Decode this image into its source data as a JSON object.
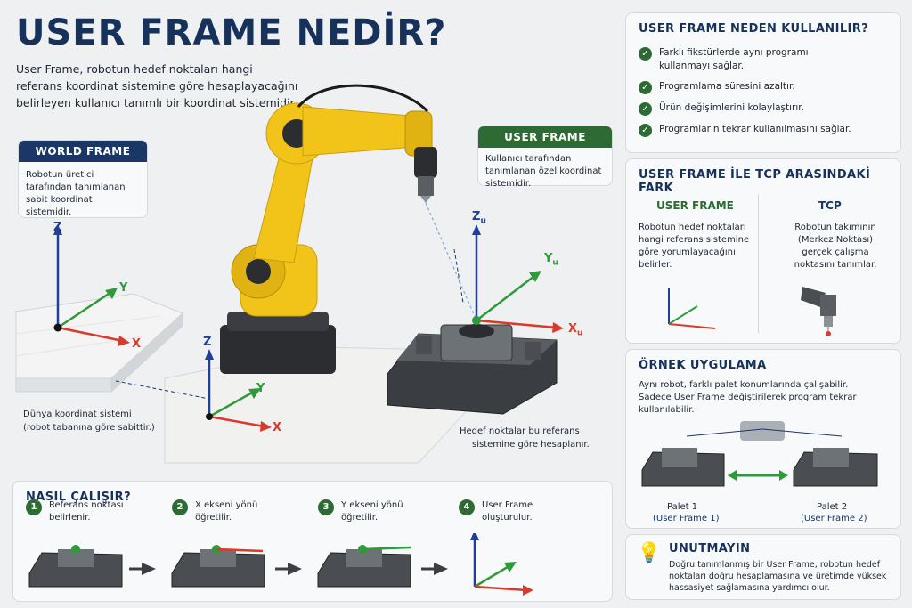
{
  "title": "USER FRAME NEDİR?",
  "intro": "User Frame, robotun hedef noktaları hangi referans koordinat sistemine göre hesaplayacağını belirleyen kullanıcı tanımlı bir koordinat sistemidir.",
  "world_frame": {
    "header": "WORLD FRAME",
    "desc": "Robotun üretici tarafından tanımlanan sabit koordinat sistemidir.",
    "caption_line1": "Dünya koordinat sistemi",
    "caption_line2": "(robot tabanına göre sabittir.)"
  },
  "user_frame": {
    "header": "USER FRAME",
    "desc": "Kullanıcı tarafından tanımlanan özel koordinat sistemidir.",
    "caption_line1": "Hedef noktalar bu referans",
    "caption_line2": "sistemine göre hesaplanır."
  },
  "axes": {
    "x": "X",
    "y": "Y",
    "z": "Z",
    "xu": "X",
    "yu": "Y",
    "zu": "Z",
    "u": "u"
  },
  "why": {
    "title": "USER FRAME NEDEN KULLANILIR?",
    "items": [
      "Farklı fikstürlerde aynı programı kullanmayı sağlar.",
      "Programlama süresini azaltır.",
      "Ürün değişimlerini kolaylaştırır.",
      "Programların tekrar kullanılmasını sağlar."
    ]
  },
  "diff": {
    "title": "USER FRAME İLE TCP ARASINDAKİ FARK",
    "left_title": "USER FRAME",
    "left_desc": "Robotun hedef noktaları hangi referans sistemine göre yorumlayacağını belirler.",
    "right_title": "TCP",
    "right_desc": "Robotun takımının (Merkez Noktası) gerçek çalışma noktasını tanımlar."
  },
  "example": {
    "title": "ÖRNEK UYGULAMA",
    "desc": "Aynı robot, farklı palet konumlarında çalışabilir. Sadece User Frame değiştirilerek program tekrar kullanılabilir.",
    "p1_line1": "Palet 1",
    "p1_line2": "(User Frame 1)",
    "p2_line1": "Palet 2",
    "p2_line2": "(User Frame 2)"
  },
  "how": {
    "title": "NASIL ÇALIŞIR?",
    "steps": [
      {
        "num": "1",
        "l1": "Referans noktası",
        "l2": "belirlenir."
      },
      {
        "num": "2",
        "l1": "X ekseni yönü",
        "l2": "öğretilir."
      },
      {
        "num": "3",
        "l1": "Y ekseni yönü",
        "l2": "öğretilir."
      },
      {
        "num": "4",
        "l1": "User Frame",
        "l2": "oluşturulur."
      }
    ]
  },
  "note": {
    "title": "UNUTMAYIN",
    "desc": "Doğru tanımlanmış bir User Frame, robotun hedef noktaları doğru hesaplamasına ve üretimde yüksek hassasiyet sağlamasına yardımcı olur."
  },
  "colors": {
    "navy": "#1b3766",
    "green": "#2e6b34",
    "robot": "#f2c318",
    "axis_x": "#d93a2b",
    "axis_y": "#2f9a3a",
    "axis_z": "#1f3f9a"
  }
}
